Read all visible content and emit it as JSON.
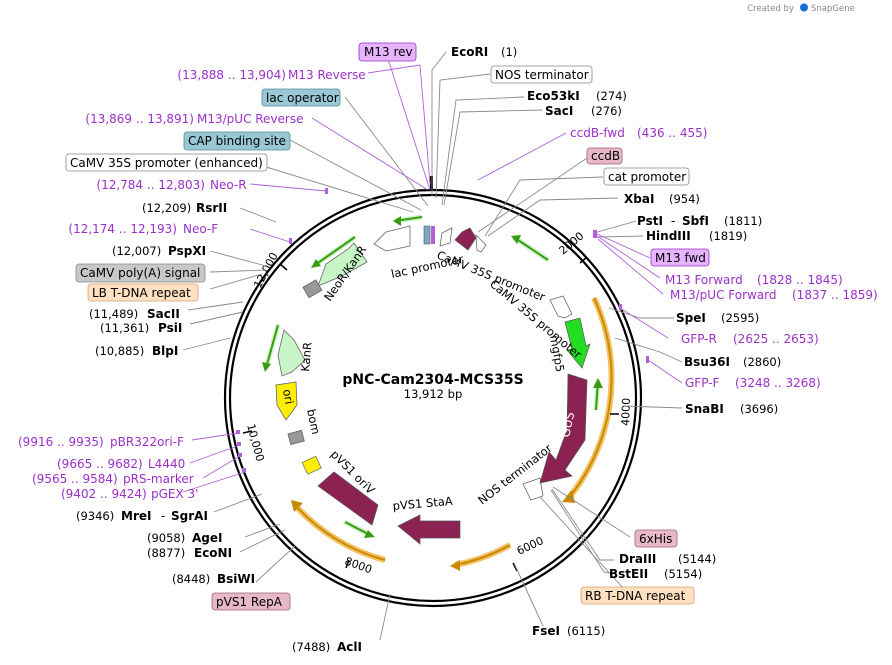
{
  "watermark": {
    "prefix": "Created by",
    "brand": "SnapGene"
  },
  "plasmid": {
    "name": "pNC-Cam2304-MCS35S",
    "size": "13,912 bp"
  },
  "ticks": [
    "2000",
    "4000",
    "6000",
    "8000",
    "10,000",
    "12,000"
  ],
  "sites": {
    "ecori": {
      "name": "EcoRI",
      "pos": "(1)"
    },
    "eco53ki": {
      "name": "Eco53kI",
      "pos": "(274)"
    },
    "saci": {
      "name": "SacI",
      "pos": "(276)"
    },
    "xbai": {
      "name": "XbaI",
      "pos": "(954)"
    },
    "psti": {
      "name": "PstI",
      "sep": "-",
      "name2": "SbfI",
      "pos": "(1811)"
    },
    "hindiii": {
      "name": "HindIII",
      "pos": "(1819)"
    },
    "spei": {
      "name": "SpeI",
      "pos": "(2595)"
    },
    "bsu36i": {
      "name": "Bsu36I",
      "pos": "(2860)"
    },
    "snabi": {
      "name": "SnaBI",
      "pos": "(3696)"
    },
    "draiii": {
      "name": "DraIII",
      "pos": "(5144)"
    },
    "bsteii": {
      "name": "BstEII",
      "pos": "(5154)"
    },
    "fsei": {
      "name": "FseI",
      "pos": "(6115)"
    },
    "acli": {
      "name": "AclI",
      "pos": "(7488)"
    },
    "bsiwi": {
      "name": "BsiWI",
      "pos": "(8448)"
    },
    "econi": {
      "name": "EcoNI",
      "pos": "(8877)"
    },
    "agei": {
      "name": "AgeI",
      "pos": "(9058)"
    },
    "mrei": {
      "name": "MreI",
      "sep": "-",
      "name2": "SgrAI",
      "pos": "(9346)"
    },
    "blpi": {
      "name": "BlpI",
      "pos": "(10,885)"
    },
    "psii": {
      "name": "PsiI",
      "pos": "(11,361)"
    },
    "sacii": {
      "name": "SacII",
      "pos": "(11,489)"
    },
    "pspxi": {
      "name": "PspXI",
      "pos": "(12,007)"
    },
    "rsrii": {
      "name": "RsrII",
      "pos": "(12,209)"
    }
  },
  "primers": {
    "m13_reverse": {
      "name": "M13 Reverse",
      "range": "(13,888 .. 13,904)"
    },
    "m13_puc_reverse": {
      "name": "M13/pUC Reverse",
      "range": "(13,869 .. 13,891)"
    },
    "neo_r": {
      "name": "Neo-R",
      "range": "(12,784 .. 12,803)"
    },
    "neo_f": {
      "name": "Neo-F",
      "range": "(12,174 .. 12,193)"
    },
    "ccdb_fwd": {
      "name": "ccdB-fwd",
      "range": "(436 .. 455)"
    },
    "m13_forward": {
      "name": "M13 Forward",
      "range": "(1828 .. 1845)"
    },
    "m13_puc_forward": {
      "name": "M13/pUC Forward",
      "range": "(1837 .. 1859)"
    },
    "gfp_r": {
      "name": "GFP-R",
      "range": "(2625 .. 2653)"
    },
    "gfp_f": {
      "name": "GFP-F",
      "range": "(3248 .. 3268)"
    },
    "pbr322ori_f": {
      "name": "pBR322ori-F",
      "range": "(9916 .. 9935)"
    },
    "l4440": {
      "name": "L4440",
      "range": "(9665 .. 9682)"
    },
    "prs_marker": {
      "name": "pRS-marker",
      "range": "(9565 .. 9584)"
    },
    "pgex3": {
      "name": "pGEX 3'",
      "range": "(9402 .. 9424)"
    }
  },
  "boxes": {
    "m13rev": "M13 rev",
    "nos_term": "NOS terminator",
    "lac_operator": "lac operator",
    "cap_site": "CAP binding site",
    "camv_enh": "CaMV 35S promoter (enhanced)",
    "ccdb": "ccdB",
    "cat_prom": "cat promoter",
    "camv_polya": "CaMV poly(A) signal",
    "lb_tdna": "LB T-DNA repeat",
    "m13fwd": "M13 fwd",
    "his6": "6xHis",
    "rb_tdna": "RB T-DNA repeat",
    "pvs1_repa": "pVS1 RepA"
  },
  "features": {
    "neor_kanr": "NeoR/KanR",
    "kanr": "KanR",
    "ori": "ori",
    "bom": "bom",
    "pvs1_oriv": "pVS1 oriV",
    "pvs1_staa": "pVS1 StaA",
    "nos_terminator": "NOS terminator",
    "gus": "GUS",
    "mgfp5": "mgfp5",
    "camv1": "CaMV 35S promoter",
    "camv2": "CaMV 35S promoter",
    "lac_promoter": "lac promoter"
  },
  "colors": {
    "backbone": "#000000",
    "gus": "#8b2252",
    "gfp": "#22dd22",
    "neor": "#c8f5c8",
    "ori": "#ffee00",
    "primer": "#9b30c8",
    "primer_box": "#e6b3ff",
    "blue_box": "#99c8d4",
    "grey_box": "#c8c8c8",
    "orange_box": "#ffe0c0",
    "pink_box": "#e8b8c8",
    "tdna_arc": "#f0a000"
  }
}
